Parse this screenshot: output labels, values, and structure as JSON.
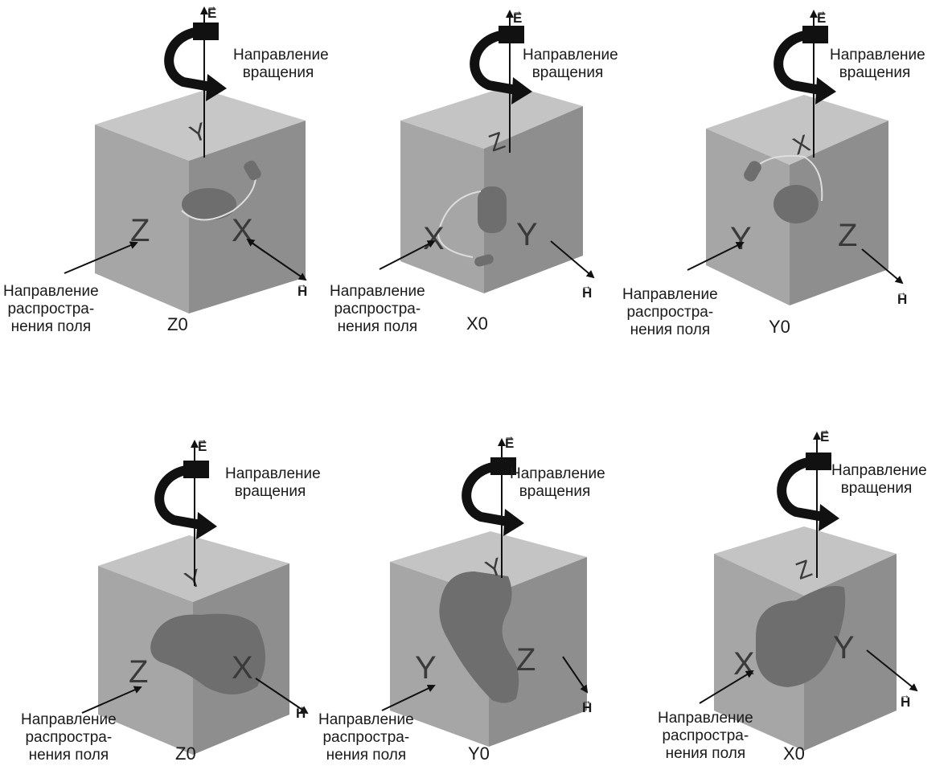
{
  "labels": {
    "rotation_direction": "Направление вращения",
    "propagation_line1": "Направление",
    "propagation_line2": "распростра-",
    "propagation_line3": "нения поля",
    "e_vector": "E",
    "h_vector": "H"
  },
  "panels": [
    {
      "position": "Z0",
      "device": "behind-the-ear",
      "row": 1,
      "column": 1
    },
    {
      "position": "X0",
      "device": "behind-the-ear",
      "row": 1,
      "column": 2
    },
    {
      "position": "Y0",
      "device": "behind-the-ear",
      "row": 1,
      "column": 3
    },
    {
      "position": "Z0",
      "device": "in-the-ear",
      "row": 2,
      "column": 1
    },
    {
      "position": "Y0",
      "device": "in-the-ear",
      "row": 2,
      "column": 2
    },
    {
      "position": "X0",
      "device": "in-the-ear",
      "row": 2,
      "column": 3
    }
  ],
  "colors": {
    "cube_front": "#a6a6a6",
    "cube_top": "#c4c4c4",
    "cube_side": "#8e8e8e",
    "axis_letter": "#3a3a3a",
    "device": "#6e6e6e",
    "text": "#1a1a1a"
  }
}
